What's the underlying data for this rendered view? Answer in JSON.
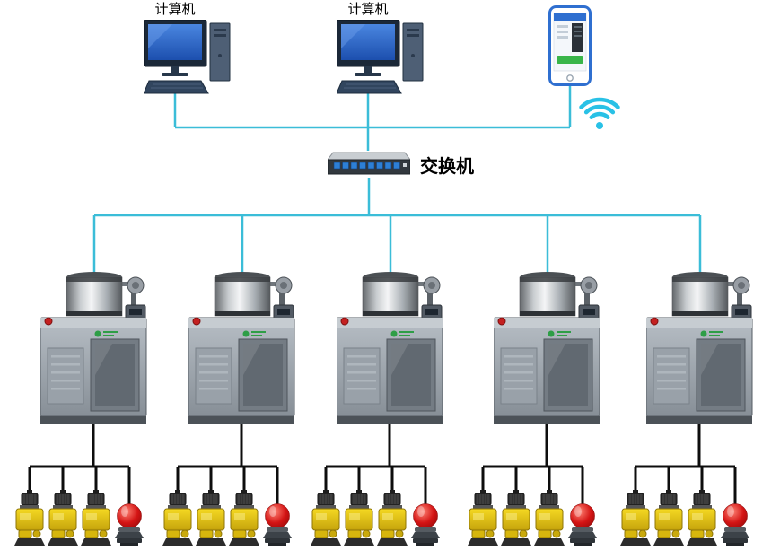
{
  "diagram": {
    "labels": {
      "computer_1": "计算机",
      "computer_2": "计算机",
      "switch": "交换机"
    },
    "colors": {
      "network_line": "#3bbdd8",
      "power_line": "#0d0d0d",
      "wifi": "#29c1e6",
      "pump_body": "#e8c51a",
      "alarm_dome": "#cf1d14",
      "phone_accent": "#2f6fd0",
      "screen_blue": "#2e66cc"
    },
    "structure": {
      "computers": 2,
      "phones": 1,
      "switches": 1,
      "switch_ports": 8,
      "machines": 5,
      "pumps_per_machine": 3,
      "alarms_per_machine": 1
    }
  }
}
